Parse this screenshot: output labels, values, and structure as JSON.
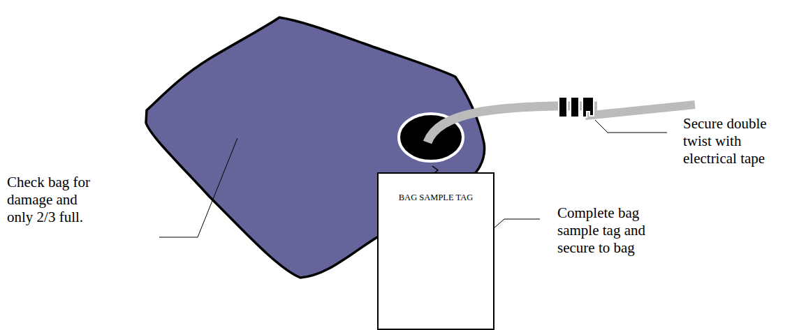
{
  "diagram": {
    "nodes": [
      {
        "text": [
          "BAG SAMPLE TAG"
        ]
      }
    ],
    "labels": [
      "Check bag for damage and only 2/3 full.",
      "Complete bag sample tag and secure to bag",
      "Secure double twist with electrical tape"
    ]
  }
}
